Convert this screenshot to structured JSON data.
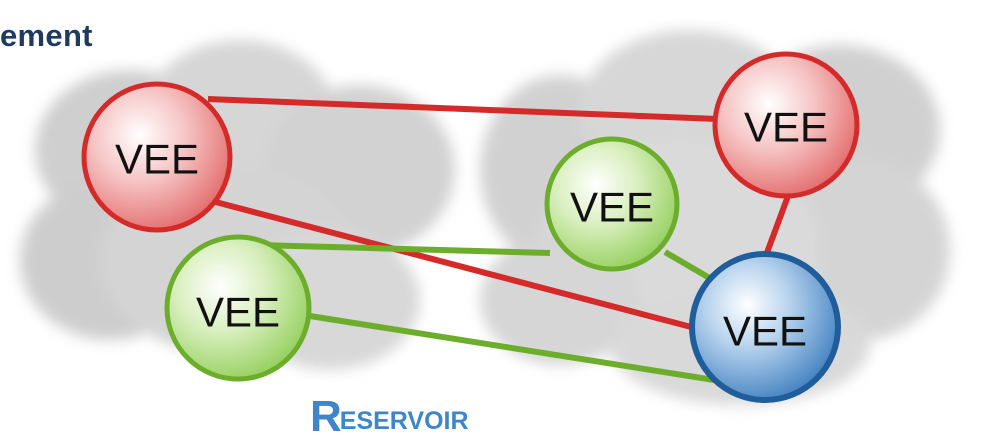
{
  "title": "ement",
  "nodes": [
    {
      "id": "red-left",
      "label": "VEE",
      "color": "red"
    },
    {
      "id": "red-right",
      "label": "VEE",
      "color": "red"
    },
    {
      "id": "green-center",
      "label": "VEE",
      "color": "green"
    },
    {
      "id": "green-left",
      "label": "VEE",
      "color": "green"
    },
    {
      "id": "blue-hub",
      "label": "VEE",
      "color": "blue"
    }
  ],
  "links": [
    {
      "from": "red-left",
      "to": "red-right",
      "color": "#d42a2a"
    },
    {
      "from": "red-left",
      "to": "blue-hub",
      "color": "#d42a2a"
    },
    {
      "from": "red-right",
      "to": "blue-hub",
      "color": "#d42a2a"
    },
    {
      "from": "green-left",
      "to": "green-center",
      "color": "#6cae2c"
    },
    {
      "from": "green-center",
      "to": "blue-hub",
      "color": "#6cae2c"
    },
    {
      "from": "green-left",
      "to": "blue-hub",
      "color": "#6cae2c"
    }
  ],
  "colors": {
    "red": "#d42a2a",
    "green": "#6cae2c",
    "blue": "#1f5e9a",
    "title": "#1f3a5f",
    "logo": "#3f86c8",
    "cloud": "#cdcdcd"
  },
  "logo": {
    "initial": "R",
    "rest": "ESERVOIR"
  }
}
